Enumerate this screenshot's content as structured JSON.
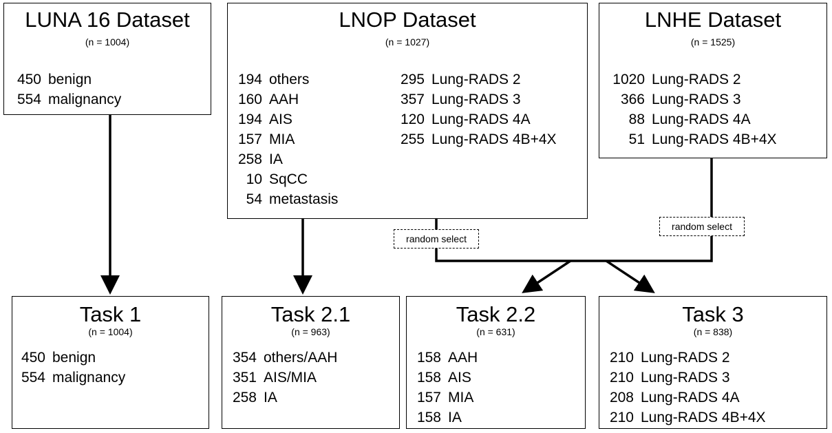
{
  "sources": {
    "luna": {
      "title": "LUNA 16 Dataset",
      "count": "(n = 1004)",
      "rows": [
        {
          "n": "450",
          "label": "benign"
        },
        {
          "n": "554",
          "label": "malignancy"
        }
      ]
    },
    "lnop": {
      "title": "LNOP Dataset",
      "count": "(n = 1027)",
      "rows_left": [
        {
          "n": "194",
          "label": "others"
        },
        {
          "n": "160",
          "label": "AAH"
        },
        {
          "n": "194",
          "label": "AIS"
        },
        {
          "n": "157",
          "label": "MIA"
        },
        {
          "n": "258",
          "label": "IA"
        },
        {
          "n": "10",
          "label": "SqCC"
        },
        {
          "n": "54",
          "label": "metastasis"
        }
      ],
      "rows_right": [
        {
          "n": "295",
          "label": "Lung-RADS 2"
        },
        {
          "n": "357",
          "label": "Lung-RADS 3"
        },
        {
          "n": "120",
          "label": "Lung-RADS 4A"
        },
        {
          "n": "255",
          "label": "Lung-RADS 4B+4X"
        }
      ]
    },
    "lnhe": {
      "title": "LNHE Dataset",
      "count": "(n = 1525)",
      "rows": [
        {
          "n": "1020",
          "label": "Lung-RADS 2"
        },
        {
          "n": "366",
          "label": "Lung-RADS 3"
        },
        {
          "n": "88",
          "label": "Lung-RADS 4A"
        },
        {
          "n": "51",
          "label": "Lung-RADS 4B+4X"
        }
      ]
    }
  },
  "tags": {
    "lnop": "random select",
    "lnhe": "random select"
  },
  "tasks": {
    "task1": {
      "title": "Task 1",
      "count": "(n = 1004)",
      "rows": [
        {
          "n": "450",
          "label": "benign"
        },
        {
          "n": "554",
          "label": "malignancy"
        }
      ]
    },
    "task21": {
      "title": "Task 2.1",
      "count": "(n = 963)",
      "rows": [
        {
          "n": "354",
          "label": "others/AAH"
        },
        {
          "n": "351",
          "label": "AIS/MIA"
        },
        {
          "n": "258",
          "label": "IA"
        }
      ]
    },
    "task22": {
      "title": "Task 2.2",
      "count": "(n = 631)",
      "rows": [
        {
          "n": "158",
          "label": "AAH"
        },
        {
          "n": "158",
          "label": "AIS"
        },
        {
          "n": "157",
          "label": "MIA"
        },
        {
          "n": "158",
          "label": "IA"
        }
      ]
    },
    "task3": {
      "title": "Task 3",
      "count": "(n = 838)",
      "rows": [
        {
          "n": "210",
          "label": "Lung-RADS 2"
        },
        {
          "n": "210",
          "label": "Lung-RADS 3"
        },
        {
          "n": "208",
          "label": "Lung-RADS 4A"
        },
        {
          "n": "210",
          "label": "Lung-RADS 4B+4X"
        }
      ]
    }
  }
}
